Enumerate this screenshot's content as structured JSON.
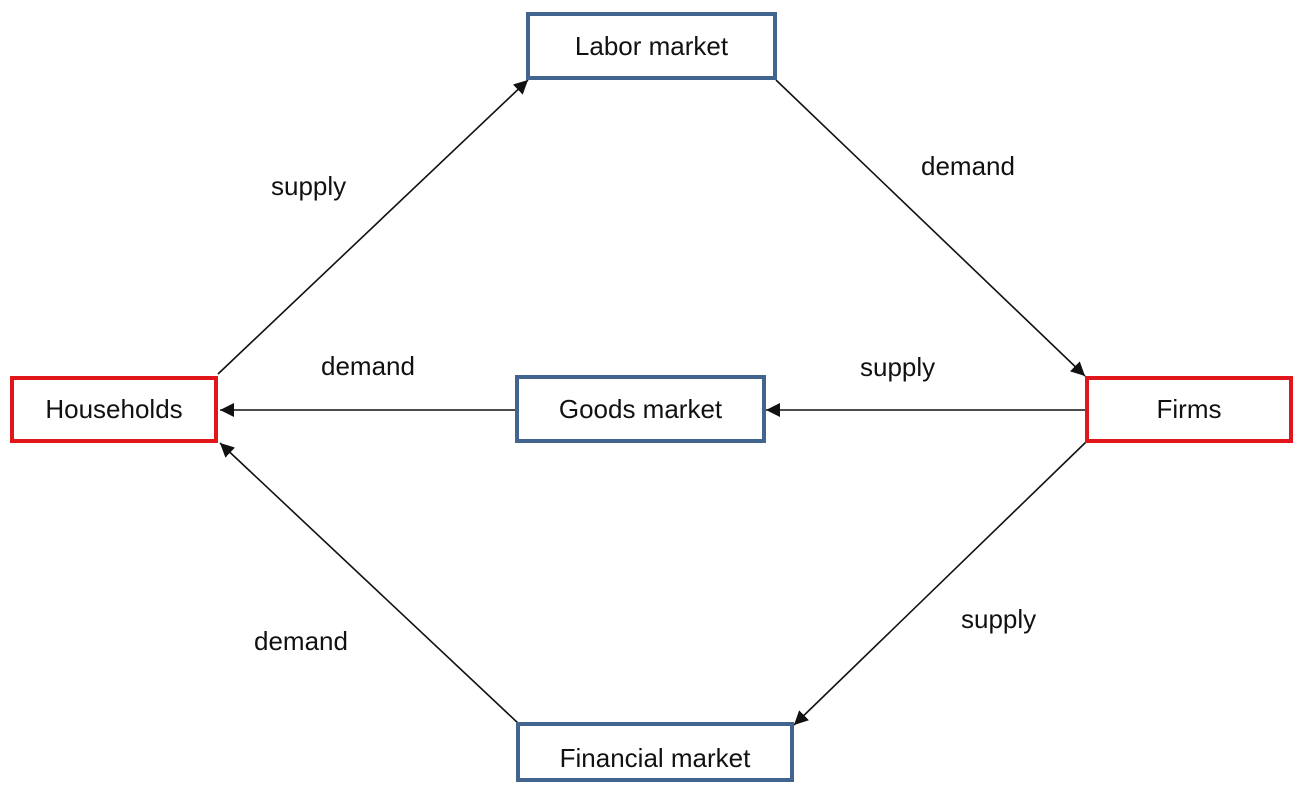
{
  "nodes": {
    "labor": "Labor market",
    "goods": "Goods market",
    "financial": "Financial market",
    "households": "Households",
    "firms": "Firms"
  },
  "edges": {
    "households_to_labor": "supply",
    "labor_to_firms": "demand",
    "goods_to_households": "demand",
    "firms_to_goods": "supply",
    "firms_to_financial": "supply",
    "financial_to_households": "demand"
  },
  "colors": {
    "market_border": "#41658f",
    "agent_border": "#e0161b",
    "line": "#111111"
  }
}
